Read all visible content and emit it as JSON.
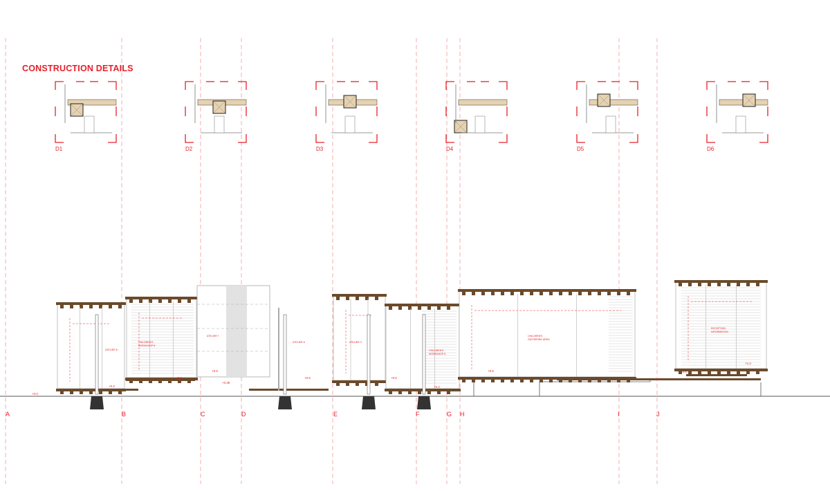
{
  "title": "CONSTRUCTION DETAILS",
  "details": [
    "D1",
    "D2",
    "D3",
    "D4",
    "D5",
    "D6"
  ],
  "grid_lines": [
    "A",
    "B",
    "C",
    "D",
    "E",
    "F",
    "G",
    "H",
    "I",
    "J"
  ],
  "rooms": {
    "atelier8": "ATELIER 8",
    "workshop6": "CHILDREN'S WORKSHOP 6",
    "atelier7": "ATELIER 7",
    "atelier6": "ATELIER 6",
    "atelier3": "ATELIER 3",
    "workshop5": "CHILDREN'S WORKSHOP 5",
    "gathering": "CHILDREN'S GATHERING AREA",
    "reception": "RECEPTION INFORMATION"
  },
  "levels": [
    "+0.0",
    "+0.2",
    "+0.6",
    "+0.5",
    "+0.35",
    "+0.6",
    "+0.6",
    "+0.2",
    "+0.5",
    "+0.6",
    "+0.6",
    "+1.2"
  ],
  "colors": {
    "accent": "#e8202a",
    "timber": "#6b4a2b",
    "timber_fill": "#e6d2b0",
    "grey_band": "#e2e2e2"
  }
}
